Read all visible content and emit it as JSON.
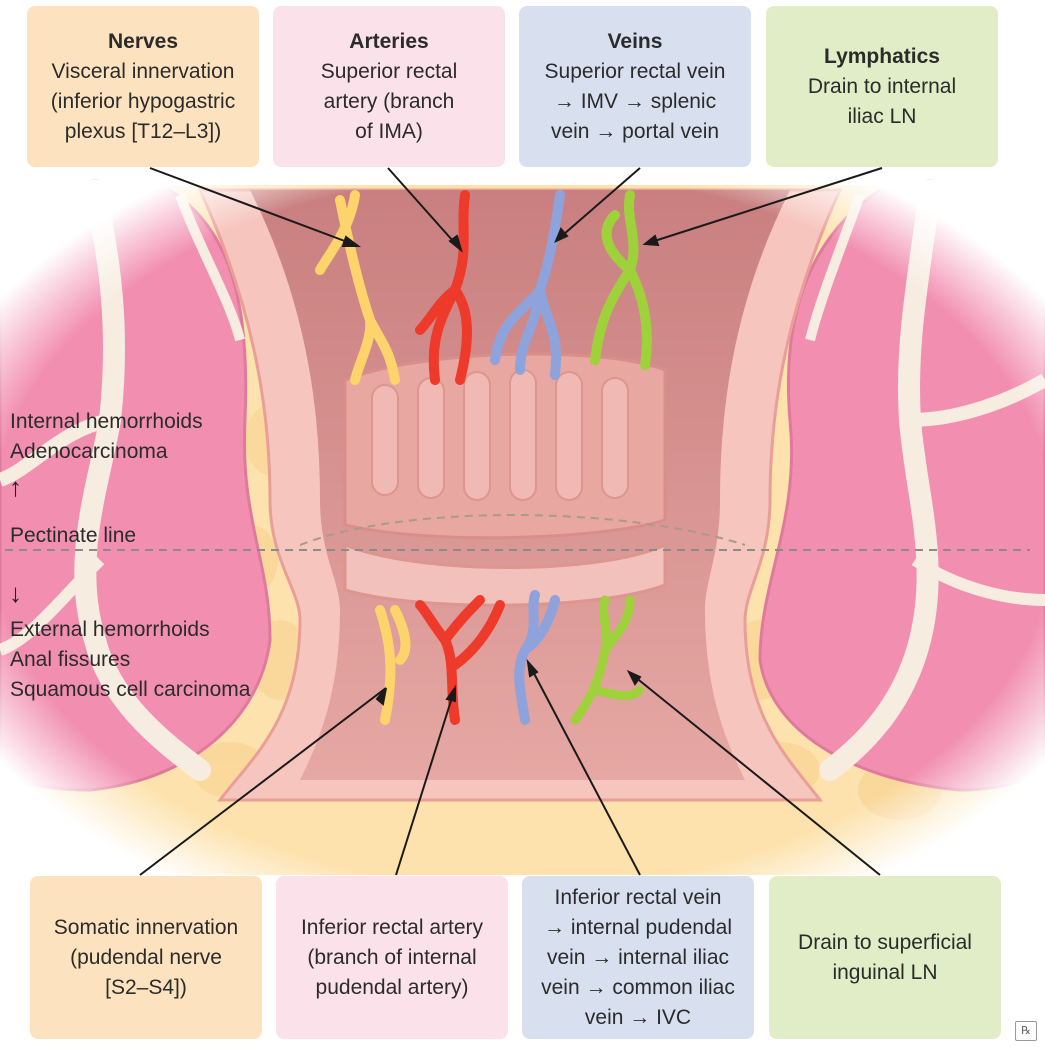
{
  "top_boxes": [
    {
      "title": "Nerves",
      "lines": [
        "Visceral innervation",
        "(inferior hypogastric",
        "plexus [T12–L3])"
      ]
    },
    {
      "title": "Arteries",
      "lines": [
        "Superior rectal",
        "artery (branch",
        "of IMA)"
      ]
    },
    {
      "title": "Veins",
      "lines": [
        "Superior rectal vein",
        "→ IMV  → splenic",
        "vein → portal vein"
      ]
    },
    {
      "title": "Lymphatics",
      "lines": [
        "Drain to internal",
        "iliac LN"
      ]
    }
  ],
  "bottom_boxes": [
    {
      "lines": [
        "Somatic innervation",
        "(pudendal nerve",
        "[S2–S4])"
      ]
    },
    {
      "lines": [
        "Inferior rectal artery",
        "(branch of internal",
        "pudendal artery)"
      ]
    },
    {
      "lines": [
        "Inferior rectal vein",
        "→ internal pudendal",
        "vein → internal iliac",
        "vein → common iliac",
        "vein → IVC"
      ]
    },
    {
      "lines": [
        "Drain to superficial",
        "inguinal LN"
      ]
    }
  ],
  "side_labels": {
    "above": [
      "Internal hemorrhoids",
      "Adenocarcinoma"
    ],
    "line": "Pectinate line",
    "below": [
      "External hemorrhoids",
      "Anal fissures",
      "Squamous cell carcinoma"
    ],
    "up_arrow": "↑",
    "down_arrow": "↓"
  },
  "logo": "℞",
  "colors": {
    "nerve": "#fdd36b",
    "artery": "#ee3a2a",
    "vein": "#8ea2dc",
    "lymph": "#9fd13b",
    "tissue": "#f28fb0",
    "fat": "#fde3b0",
    "mucosa": "#e8a9a6"
  }
}
